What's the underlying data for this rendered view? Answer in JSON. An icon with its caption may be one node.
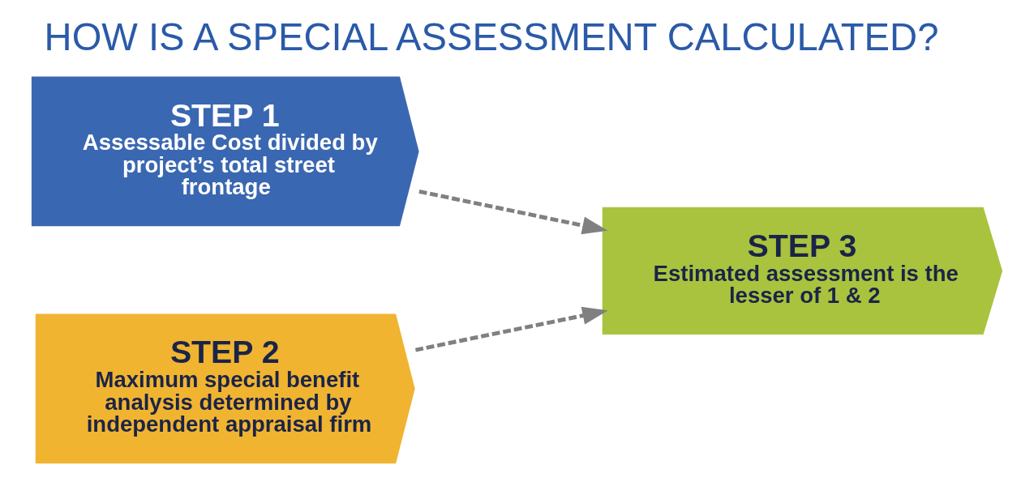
{
  "diagram": {
    "title": "HOW IS A SPECIAL ASSESSMENT CALCULATED?",
    "nodes": [
      {
        "text": [
          "STEP 1",
          "Assessable Cost divided by project’s total street frontage"
        ]
      },
      {
        "text": [
          "STEP 2",
          "Maximum special benefit analysis determined by independent appraisal firm"
        ]
      },
      {
        "text": [
          "STEP 3",
          "Estimated assessment is the lesser of 1 & 2"
        ]
      }
    ],
    "edges": [
      {
        "from": 0,
        "to": 2,
        "arrow": "to",
        "style": "dashed"
      },
      {
        "from": 1,
        "to": 2,
        "arrow": "to",
        "style": "dashed"
      }
    ]
  }
}
